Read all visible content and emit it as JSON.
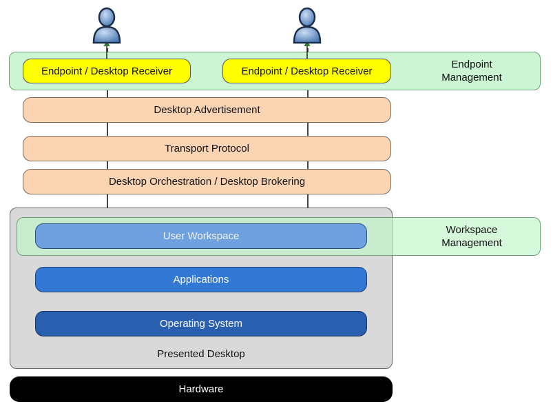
{
  "endpoint_management": {
    "label_line1": "Endpoint",
    "label_line2": "Management",
    "receiver_left": "Endpoint / Desktop Receiver",
    "receiver_right": "Endpoint / Desktop Receiver"
  },
  "layers": {
    "desktop_advertisement": "Desktop Advertisement",
    "transport_protocol": "Transport Protocol",
    "desktop_orchestration": "Desktop Orchestration / Desktop Brokering"
  },
  "presented_desktop": {
    "label": "Presented Desktop",
    "user_workspace": "User Workspace",
    "applications": "Applications",
    "operating_system": "Operating System"
  },
  "workspace_management": {
    "label_line1": "Workspace",
    "label_line2": "Management"
  },
  "hardware": {
    "label": "Hardware"
  },
  "users": [
    {
      "icon": "user-icon"
    },
    {
      "icon": "user-icon"
    }
  ],
  "colors": {
    "management_band": "#ccf5d4",
    "peach_layer": "#fbd4b4",
    "receiver": "#ffff00",
    "user_workspace": "#6fa0e0",
    "applications": "#3478d6",
    "operating_system": "#2a5fb0",
    "presented_desktop_bg": "#d9d9d9",
    "hardware": "#000000"
  }
}
